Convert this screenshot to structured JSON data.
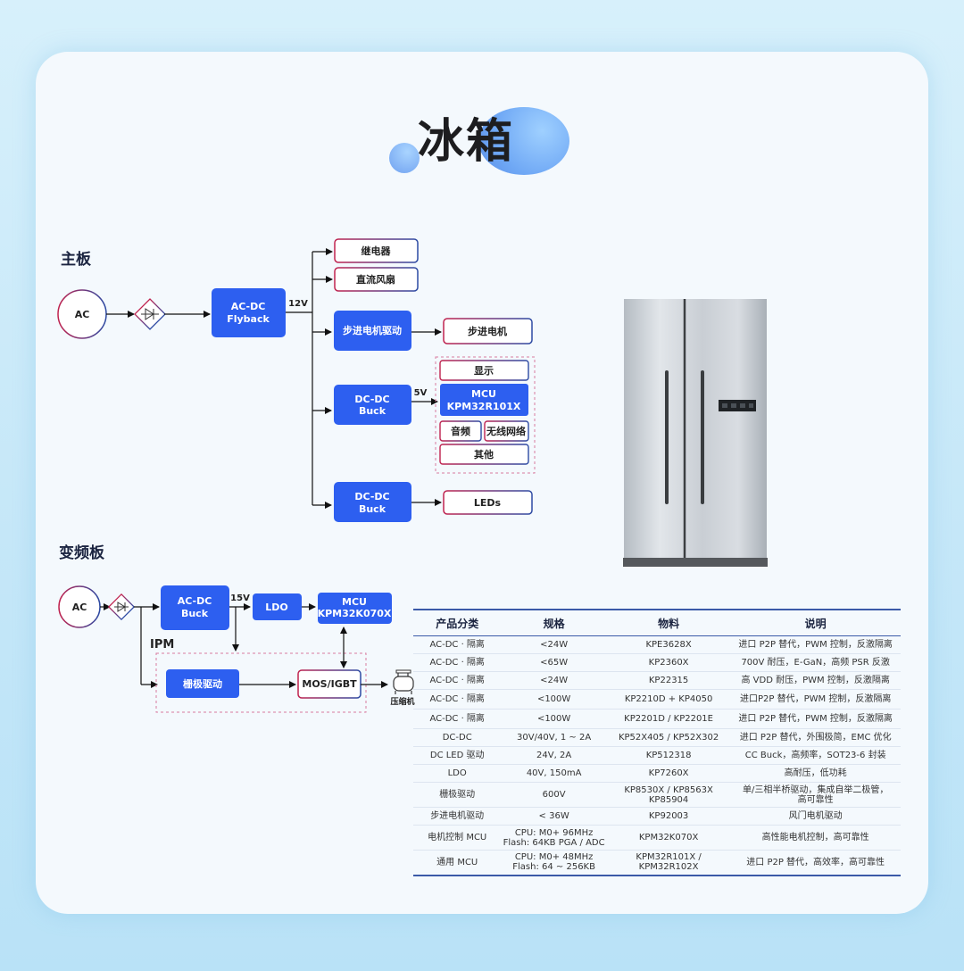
{
  "title": "冰箱",
  "sections": {
    "main_board": "主板",
    "inverter_board": "变频板"
  },
  "main_diagram": {
    "ac": "AC",
    "acdc": [
      "AC-DC",
      "Flyback"
    ],
    "v12": "12V",
    "relay": "继电器",
    "dc_fan": "直流风扇",
    "stepper_driver": "步进电机驱动",
    "stepper_motor": "步进电机",
    "dcdc1": [
      "DC-DC",
      "Buck"
    ],
    "v5": "5V",
    "display": "显示",
    "mcu": [
      "MCU",
      "KPM32R101X"
    ],
    "audio": "音频",
    "wireless": "无线网络",
    "other": "其他",
    "dcdc2": [
      "DC-DC",
      "Buck"
    ],
    "leds": "LEDs"
  },
  "inverter_diagram": {
    "ac": "AC",
    "acdc": [
      "AC-DC",
      "Buck"
    ],
    "v15": "15V",
    "ldo": "LDO",
    "mcu": [
      "MCU",
      "KPM32K070X"
    ],
    "ipm": "IPM",
    "gate_driver": "栅极驱动",
    "mos_igbt": "MOS/IGBT",
    "compressor": "压缩机"
  },
  "colors": {
    "block": "#2d5ff0",
    "outline_left": "#c0224e",
    "outline_right": "#2c4aa3",
    "table_rule": "#3b5aa8"
  },
  "table": {
    "headers": [
      "产品分类",
      "规格",
      "物料",
      "说明"
    ],
    "rows": [
      [
        "AC-DC · 隔离",
        "<24W",
        "KPE3628X",
        "进口 P2P 替代，PWM 控制，反激隔离"
      ],
      [
        "AC-DC · 隔离",
        "<65W",
        "KP2360X",
        "700V 耐压，E-GaN，高频 PSR 反激"
      ],
      [
        "AC-DC · 隔离",
        "<24W",
        "KP22315",
        "高 VDD 耐压，PWM 控制，反激隔离"
      ],
      [
        "AC-DC · 隔离",
        "<100W",
        "KP2210D + KP4050",
        "进口P2P 替代，PWM 控制，反激隔离"
      ],
      [
        "AC-DC · 隔离",
        "<100W",
        "KP2201D / KP2201E",
        "进口 P2P 替代，PWM 控制，反激隔离"
      ],
      [
        "DC-DC",
        "30V/40V, 1 ~ 2A",
        "KP52X405 / KP52X302",
        "进口 P2P 替代，外围极简，EMC 优化"
      ],
      [
        "DC LED 驱动",
        "24V, 2A",
        "KP512318",
        "CC Buck，高频率，SOT23-6 封装"
      ],
      [
        "LDO",
        "40V, 150mA",
        "KP7260X",
        "高耐压，低功耗"
      ],
      [
        "栅极驱动",
        "600V",
        "KP8530X / KP8563X\nKP85904",
        "单/三相半桥驱动，集成自举二极管，\n高可靠性"
      ],
      [
        "步进电机驱动",
        "< 36W",
        "KP92003",
        "风门电机驱动"
      ],
      [
        "电机控制 MCU",
        "CPU: M0+ 96MHz\nFlash: 64KB PGA / ADC",
        "KPM32K070X",
        "高性能电机控制，高可靠性"
      ],
      [
        "通用 MCU",
        "CPU: M0+ 48MHz\nFlash: 64 ~ 256KB",
        "KPM32R101X /\nKPM32R102X",
        "进口 P2P 替代，高效率，高可靠性"
      ]
    ]
  }
}
